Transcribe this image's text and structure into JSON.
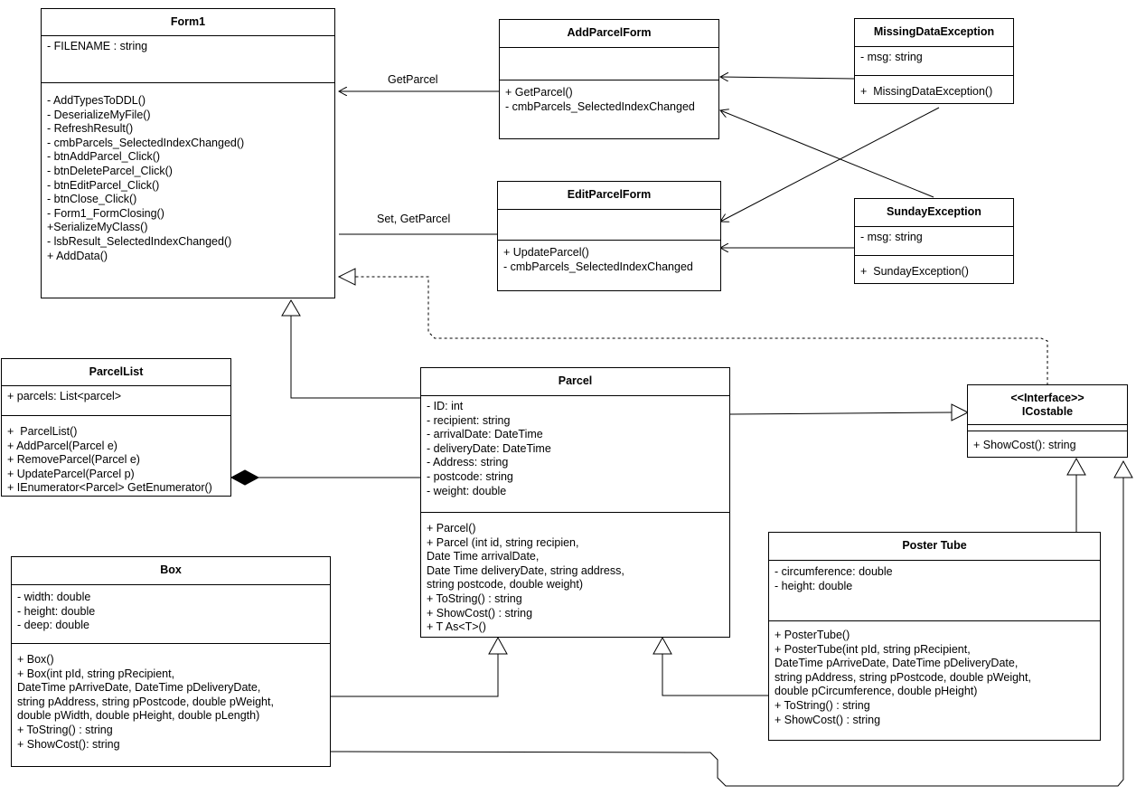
{
  "classes": {
    "form1": {
      "name": "Form1",
      "attributes": [
        "- FILENAME : string"
      ],
      "operations": [
        "- AddTypesToDDL()",
        "- DeserializeMyFile()",
        "- RefreshResult()",
        "- cmbParcels_SelectedIndexChanged()",
        "- btnAddParcel_Click()",
        "- btnDeleteParcel_Click()",
        "- btnEditParcel_Click()",
        "- btnClose_Click()",
        "- Form1_FormClosing()",
        "+SerializeMyClass()",
        "- lsbResult_SelectedIndexChanged()",
        "+ AddData()"
      ]
    },
    "add_parcel_form": {
      "name": "AddParcelForm",
      "attributes": [],
      "operations": [
        "+ GetParcel()",
        "- cmbParcels_SelectedIndexChanged"
      ]
    },
    "missing_data_exception": {
      "name": "MissingDataException",
      "attributes": [
        "- msg: string"
      ],
      "operations": [
        "+  MissingDataException()"
      ]
    },
    "edit_parcel_form": {
      "name": "EditParcelForm",
      "attributes": [],
      "operations": [
        "+ UpdateParcel()",
        "- cmbParcels_SelectedIndexChanged"
      ]
    },
    "sunday_exception": {
      "name": "SundayException",
      "attributes": [
        "- msg: string"
      ],
      "operations": [
        "+  SundayException()"
      ]
    },
    "parcel_list": {
      "name": "ParcelList",
      "attributes": [
        "+ parcels: List<parcel>"
      ],
      "operations": [
        "+  ParcelList()",
        "+ AddParcel(Parcel e)",
        "+ RemoveParcel(Parcel e)",
        "+ UpdateParcel(Parcel p)",
        "+ IEnumerator<Parcel> GetEnumerator()"
      ]
    },
    "parcel": {
      "name": "Parcel",
      "attributes": [
        "- ID: int",
        "- recipient: string",
        "- arrivalDate: DateTime",
        "- deliveryDate: DateTime",
        "- Address: string",
        "- postcode: string",
        "- weight: double"
      ],
      "operations": [
        "+ Parcel()",
        "+ Parcel (int id, string recipien,",
        "Date Time arrivalDate,",
        "Date Time deliveryDate, string address,",
        "string postcode, double weight)",
        "+ ToString() : string",
        "+ ShowCost() : string",
        "+ T As<T>()"
      ]
    },
    "icostable": {
      "stereotype": "<<Interface>>",
      "name": "ICostable",
      "attributes": [],
      "operations": [
        "+ ShowCost(): string"
      ]
    },
    "box": {
      "name": "Box",
      "attributes": [
        "- width: double",
        "- height: double",
        "- deep: double"
      ],
      "operations": [
        "+ Box()",
        "+ Box(int pId, string pRecipient,",
        "DateTime pArriveDate, DateTime pDeliveryDate,",
        "string pAddress, string pPostcode, double pWeight,",
        "double pWidth, double pHeight, double pLength)",
        "+ ToString() : string",
        "+ ShowCost(): string"
      ]
    },
    "poster_tube": {
      "name": "Poster Tube",
      "attributes": [
        "- circumference: double",
        "- height: double"
      ],
      "operations": [
        "+ PosterTube()",
        "+ PosterTube(int pId, string pRecipient,",
        "DateTime pArriveDate, DateTime pDeliveryDate,",
        "string pAddress, string pPostcode, double pWeight,",
        "double pCircumference, double pHeight)",
        "+ ToString() : string",
        "+ ShowCost() : string"
      ]
    }
  },
  "edge_labels": {
    "get_parcel": "GetParcel",
    "set_get_parcel": "Set, GetParcel"
  }
}
